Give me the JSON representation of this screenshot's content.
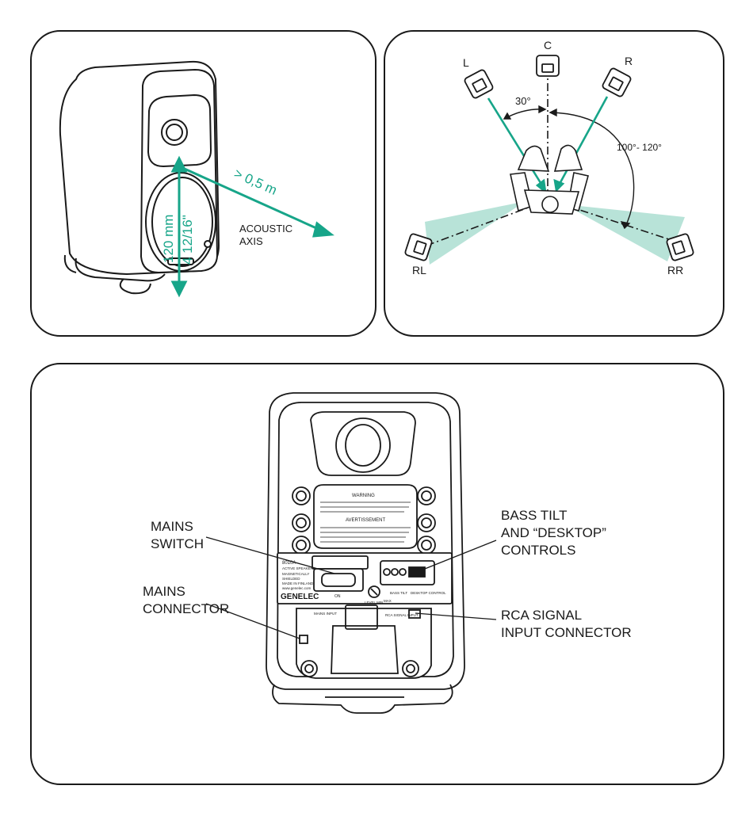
{
  "colors": {
    "accent": "#17a589",
    "accent_fill": "#b8e3d8",
    "line": "#1a1a1a"
  },
  "panel_placement": {
    "axis_height_label": "120 mm",
    "axis_height_imperial": "4 12/16\"",
    "distance_label": "> 0,5 m",
    "acoustic_axis_label_line1": "ACOUSTIC",
    "acoustic_axis_label_line2": "AXIS"
  },
  "panel_layout": {
    "speakers": {
      "left": "L",
      "center": "C",
      "right": "R",
      "rear_left": "RL",
      "rear_right": "RR"
    },
    "front_angle": "30°",
    "rear_angle": "100°- 120°"
  },
  "panel_rear": {
    "callouts": {
      "mains_switch_line1": "MAINS",
      "mains_switch_line2": "SWITCH",
      "mains_connector_line1": "MAINS",
      "mains_connector_line2": "CONNECTOR",
      "bass_tilt_line1": "BASS TILT",
      "bass_tilt_line2": "AND “DESKTOP”",
      "bass_tilt_line3": "CONTROLS",
      "rca_line1": "RCA SIGNAL",
      "rca_line2": "INPUT CONNECTOR"
    },
    "plate": {
      "warning": "WARNING",
      "avertissement": "AVERTISSEMENT",
      "model": "8010A",
      "active_speaker": "ACTIVE SPEAKER",
      "magnetically": "MAGNETICALLY",
      "shielded": "SHIELDED",
      "made_in": "MADE IN FINLAND",
      "website": "www.genelec.com",
      "brand": "GENELEC",
      "on_label": "ON",
      "level_label": "LEVEL MIN",
      "max_label": "MAX",
      "bass_tilt_small": "BASS TILT",
      "desktop_control_small": "DESKTOP CONTROL",
      "mains_input": "MAINS INPUT",
      "rca_signal_input": "RCA SIGNAL INPUT"
    }
  }
}
